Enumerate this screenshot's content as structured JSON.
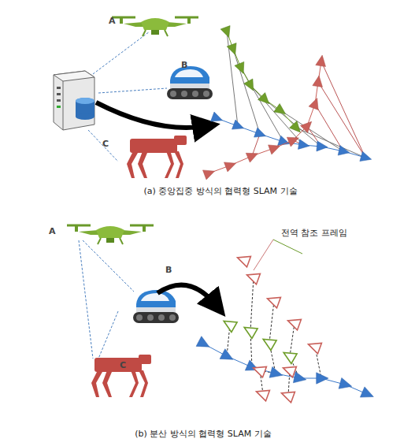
{
  "diagram": {
    "labels": [
      "A",
      "B",
      "C",
      "(a) 중앙집중 방식의 협력형 SLAM 기술",
      "A",
      "B",
      "C",
      "전역 참조 프레임",
      "(b) 분산 방식의 협력형 SLAM 기술"
    ]
  }
}
